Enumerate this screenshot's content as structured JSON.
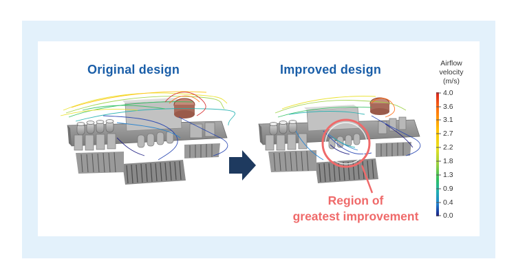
{
  "titles": {
    "original": "Original design",
    "improved": "Improved design"
  },
  "legend": {
    "title_line1": "Airflow",
    "title_line2": "velocity",
    "title_line3": "(m/s)",
    "ticks": [
      "4.0",
      "3.6",
      "3.1",
      "2.7",
      "2.2",
      "1.8",
      "1.3",
      "0.9",
      "0.4",
      "0.0"
    ],
    "colors": [
      "#d42020",
      "#ff6a10",
      "#ffc000",
      "#e8e020",
      "#9ad040",
      "#30c060",
      "#20b0b0",
      "#2080d0",
      "#2040b0",
      "#1a1a80"
    ]
  },
  "arrow": {
    "icon": "right-arrow-icon",
    "color": "#1e3a5f"
  },
  "callout": {
    "line1": "Region of",
    "line2": "greatest improvement",
    "color": "#ef6a6a"
  }
}
